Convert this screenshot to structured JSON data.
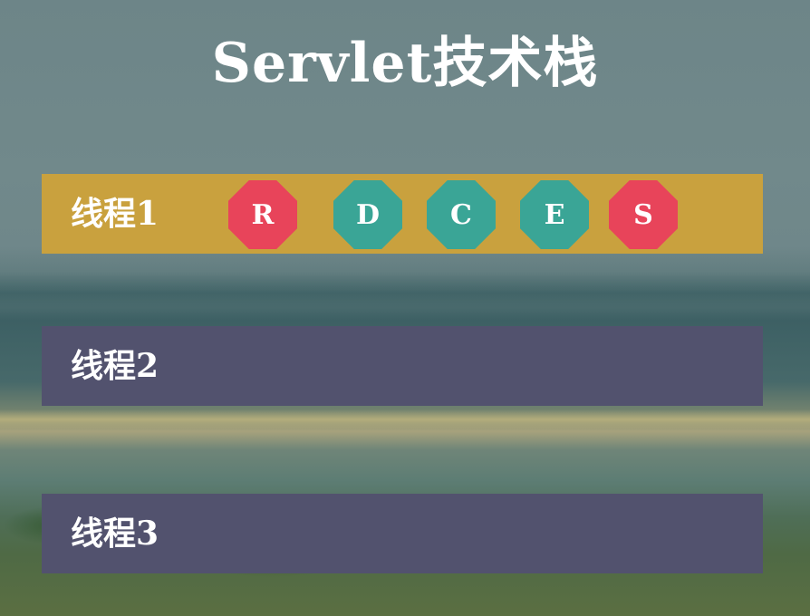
{
  "title": "Servlet技术栈",
  "colors": {
    "active_thread": "#c9a13e",
    "idle_thread": "#52526e",
    "stage_red": "#e8445a",
    "stage_teal": "#3aa596"
  },
  "threads": [
    {
      "label": "线程1",
      "stages": [
        {
          "letter": "R",
          "color": "red"
        },
        {
          "letter": "D",
          "color": "teal"
        },
        {
          "letter": "C",
          "color": "teal"
        },
        {
          "letter": "E",
          "color": "teal"
        },
        {
          "letter": "S",
          "color": "red"
        }
      ]
    },
    {
      "label": "线程2",
      "stages": []
    },
    {
      "label": "线程3",
      "stages": []
    }
  ]
}
